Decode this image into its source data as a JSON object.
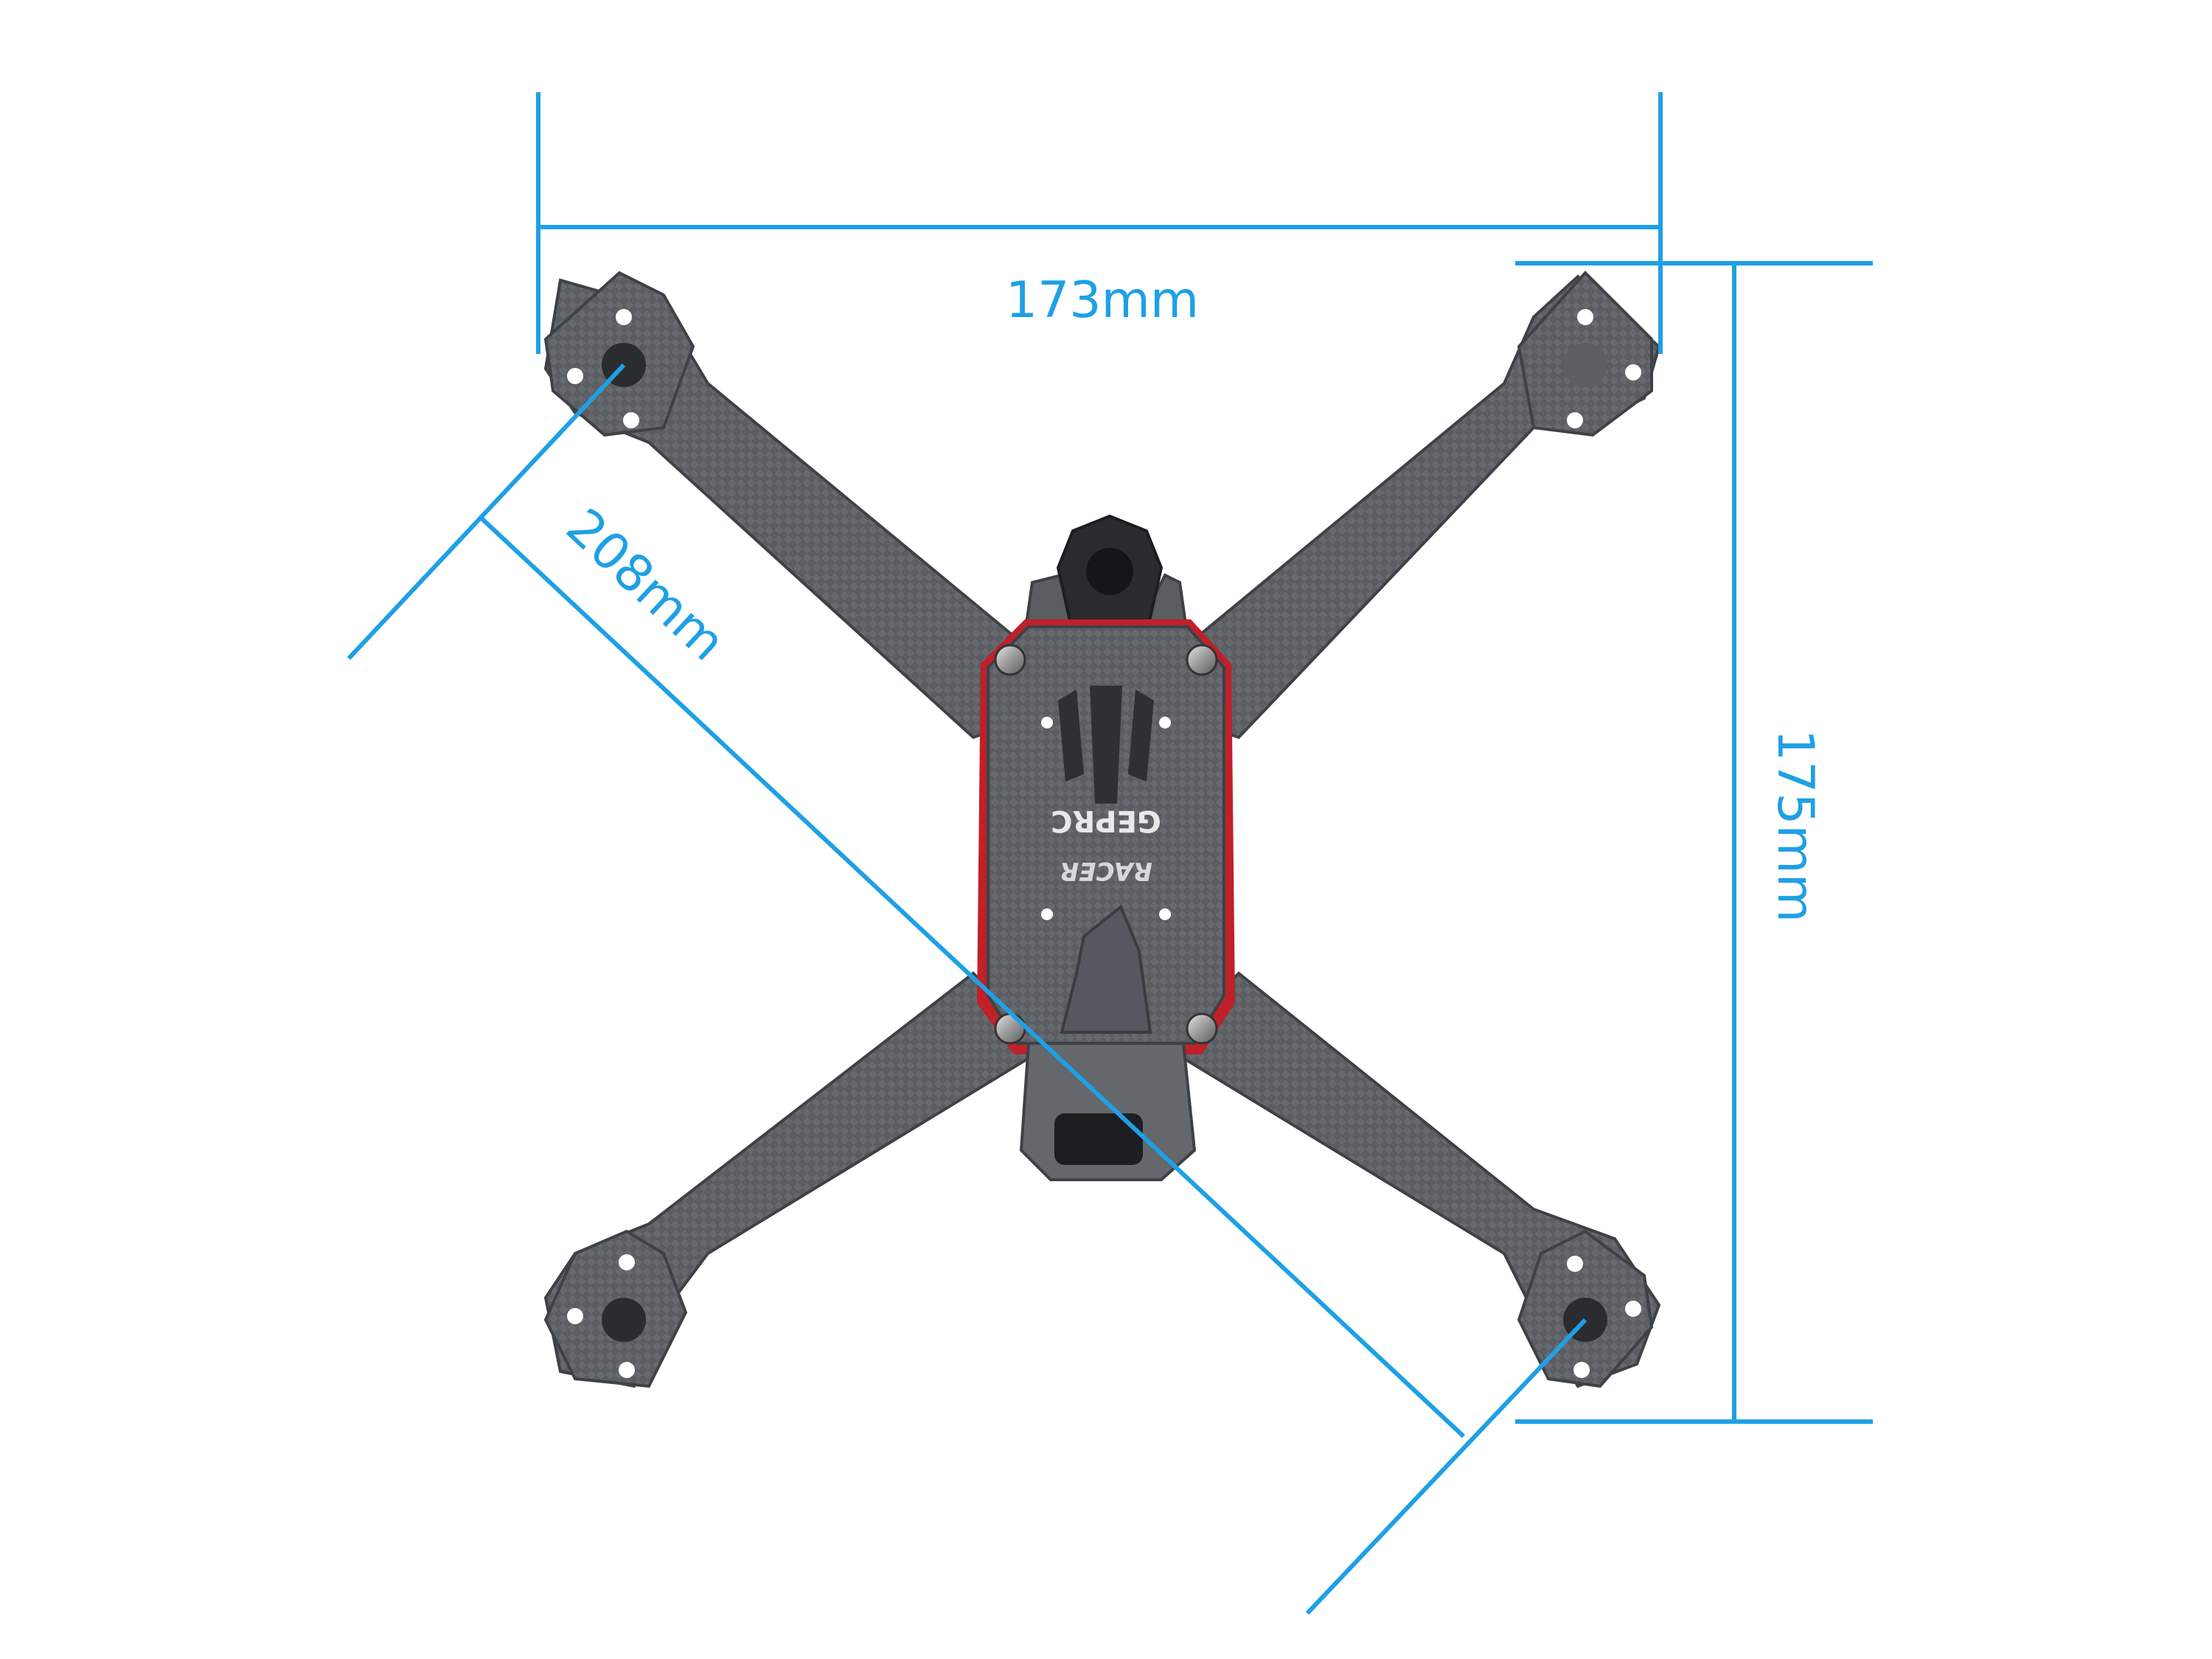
{
  "dimensions": {
    "width_label": "173mm",
    "height_label": "175mm",
    "diagonal_label": "208mm"
  },
  "frame": {
    "logo_text": "GEPRC",
    "model_text": "RACER"
  },
  "colors": {
    "dimension_line": "#1ea0e6",
    "carbon_dark": "#4a4d52",
    "carbon_mid": "#6a6d72",
    "accent_red": "#c0202a",
    "background": "#ffffff"
  }
}
